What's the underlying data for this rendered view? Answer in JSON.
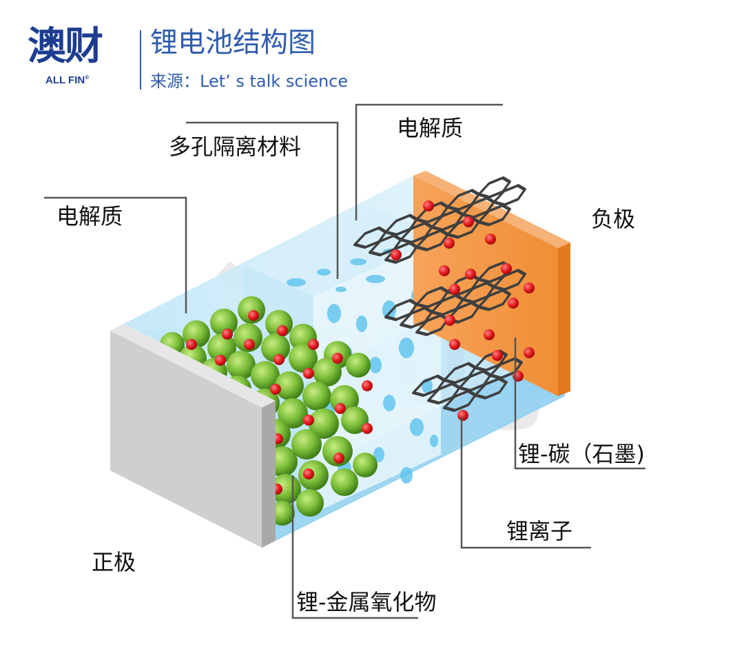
{
  "header": {
    "logo_cn": "澳财",
    "logo_en": "ALL FIN",
    "logo_mark": "®",
    "title": "锂电池结构图",
    "source": "来源：Let’ s talk science"
  },
  "labels": {
    "electrolyte_top": "电解质",
    "separator": "多孔隔离材料",
    "electrolyte_left": "电解质",
    "anode": "负极",
    "cathode": "正极",
    "li_carbon": "锂-碳（石墨)",
    "li_ion": "锂离子",
    "li_metal_oxide": "锂-金属氧化物"
  },
  "colors": {
    "brand_blue": "#1d3d91",
    "title_blue": "#2f5cad",
    "electrolyte": "#8fd0ef",
    "anode_plate": "#f0923b",
    "cathode_plate": "#c9c9c9",
    "oxide_particle": "#7dbf3a",
    "lithium_ion": "#e0161b",
    "graphite": "#444444"
  },
  "icons": {
    "logo": "allfin-logo",
    "watermark": "allfin-watermark"
  }
}
